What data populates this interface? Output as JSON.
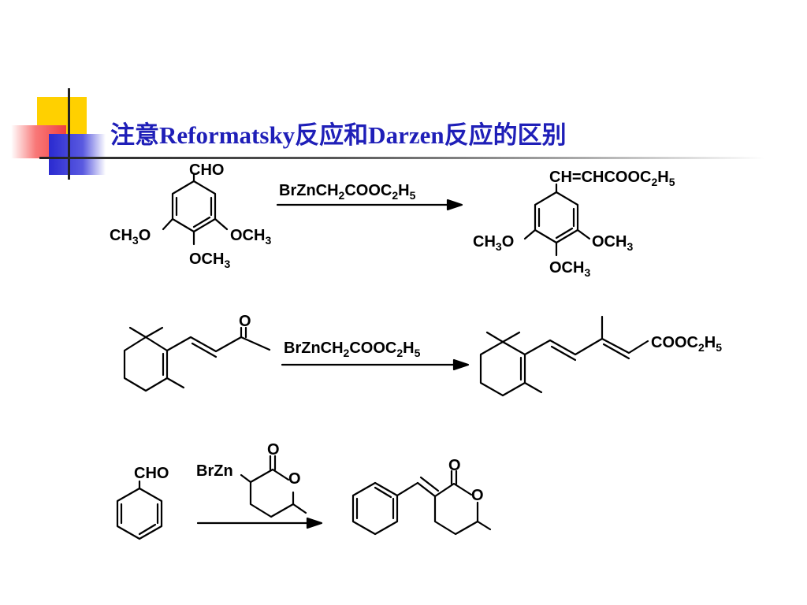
{
  "title": "注意Reformatsky反应和Darzen反应的区别",
  "colors": {
    "title": "#1f1fb8",
    "accent_yellow": "#ffd000",
    "accent_red": "#f04040",
    "accent_blue": "#3a3ad0",
    "rule": "#333333"
  },
  "reaction1": {
    "reactant": {
      "top": "CHO",
      "left": [
        "CH",
        "3",
        "O"
      ],
      "right": [
        "OCH",
        "3"
      ],
      "bottom": [
        "OCH",
        "3"
      ]
    },
    "reagent": [
      "BrZnCH",
      "2",
      "COOC",
      "2",
      "H",
      "5"
    ],
    "product": {
      "top": [
        "CH=CHCOOC",
        "2",
        "H",
        "5"
      ],
      "left": [
        "CH",
        "3",
        "O"
      ],
      "right": [
        "OCH",
        "3"
      ],
      "bottom": [
        "OCH",
        "3"
      ]
    }
  },
  "reaction2": {
    "reactant_label": "O",
    "reagent": [
      "BrZnCH",
      "2",
      "COOC",
      "2",
      "H",
      "5"
    ],
    "product_label": [
      "COOC",
      "2",
      "H",
      "5"
    ]
  },
  "reaction3": {
    "reactant1_label": "CHO",
    "reactant2": {
      "brzn": "BrZn",
      "carbonyl_o": "O",
      "ring_o": "O"
    },
    "product": {
      "carbonyl_o": "O",
      "ring_o": "O"
    }
  }
}
